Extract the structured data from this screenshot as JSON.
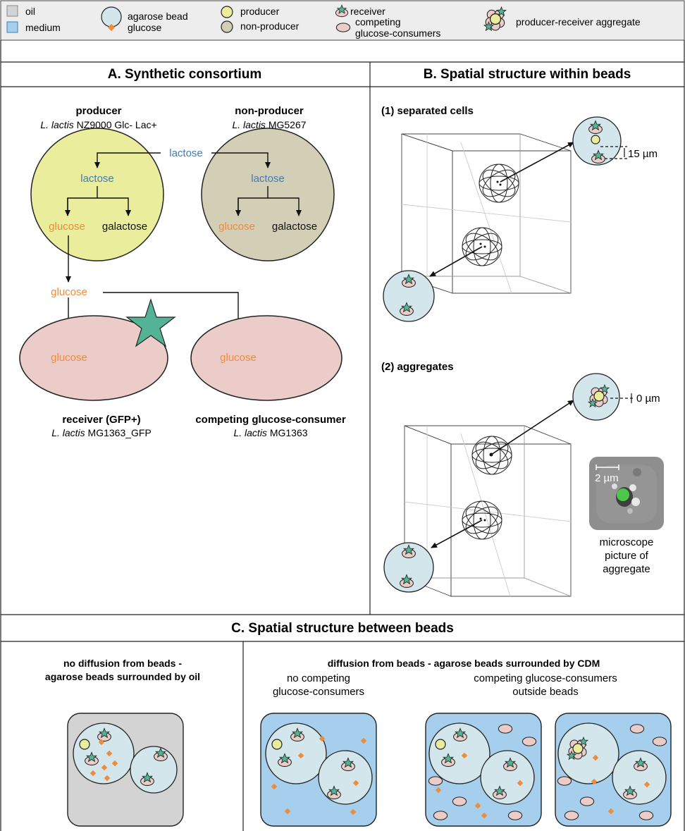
{
  "legend": {
    "oil": "oil",
    "medium": "medium",
    "agarose_bead": "agarose bead",
    "glucose": "glucose",
    "producer": "producer",
    "non_producer": "non-producer",
    "receiver": "receiver",
    "competing_line1": "competing",
    "competing_line2": "glucose-consumers",
    "aggregate": "producer-receiver aggregate"
  },
  "panel_a": {
    "title": "A. Synthetic consortium",
    "producer_title": "producer",
    "producer_strain_italic": "L. lactis",
    "producer_strain_rest": " NZ9000 Glc- Lac+",
    "nonproducer_title": "non-producer",
    "nonproducer_strain_italic": "L. lactis",
    "nonproducer_strain_rest": " MG5267",
    "lactose": "lactose",
    "glucose": "glucose",
    "galactose": "galactose",
    "receiver_title": "receiver (GFP+)",
    "receiver_strain_italic": "L. lactis",
    "receiver_strain_rest": " MG1363_GFP",
    "competitor_title": "competing glucose-consumer",
    "competitor_strain_italic": "L. lactis",
    "competitor_strain_rest": " MG1363"
  },
  "panel_b": {
    "title": "B. Spatial structure within beads",
    "sub1": "(1) separated cells",
    "sub2": "(2) aggregates",
    "dist1": "15 µm",
    "dist2": "0 µm",
    "scale": "2 µm",
    "micro_line1": "microscope",
    "micro_line2": "picture of",
    "micro_line3": "aggregate"
  },
  "panel_c": {
    "title": "C. Spatial structure between beads",
    "left_line1": "no diffusion from beads -",
    "left_line2": "agarose beads surrounded by oil",
    "right_title": "diffusion from beads - agarose beads surrounded by CDM",
    "nocomp_line1": "no competing",
    "nocomp_line2": "glucose-consumers",
    "comp_line1": "competing glucose-consumers",
    "comp_line2": "outside beads"
  },
  "colors": {
    "oil": "#d3d3d3",
    "medium": "#a6cfed",
    "bead": "#d3e6ec",
    "producer": "#eaed9c",
    "non_producer": "#d2cfb6",
    "receiver": "#ebccc9",
    "star": "#53b394",
    "glucose": "#ef8b3c",
    "lactose": "#3b7dc0"
  }
}
